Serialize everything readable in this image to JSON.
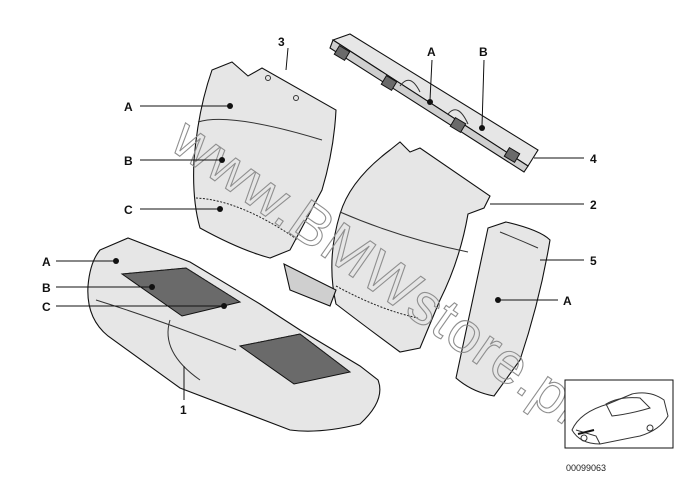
{
  "diagram": {
    "callouts": {
      "num3": "3",
      "num2": "2",
      "num4": "4",
      "num5": "5",
      "num1": "1",
      "backA": "A",
      "backB": "B",
      "backC": "C",
      "topA": "A",
      "topB": "B",
      "cushA": "A",
      "cushB": "B",
      "cushC": "C",
      "sideA": "A"
    },
    "watermark": "www.BMWstore.pl",
    "part_number": "00099063",
    "icons": [
      "car-thumbnail-icon"
    ]
  }
}
